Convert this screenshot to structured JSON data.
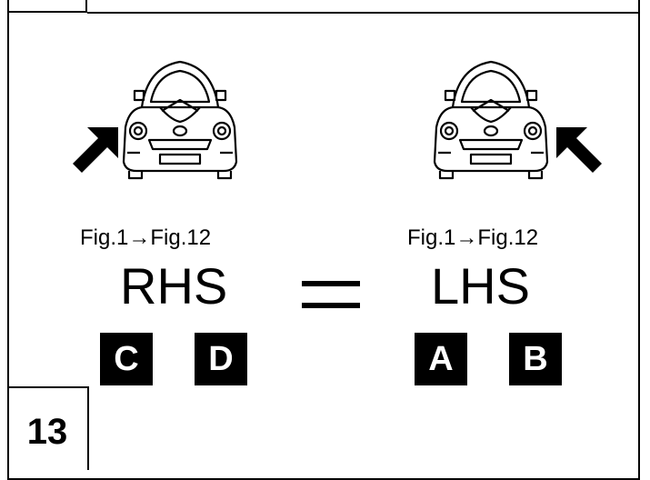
{
  "left_panel": {
    "fig_range": "Fig.1→Fig.12",
    "side_label": "RHS",
    "badges": [
      "C",
      "D"
    ]
  },
  "right_panel": {
    "fig_range": "Fig.1→Fig.12",
    "side_label": "LHS",
    "badges": [
      "A",
      "B"
    ]
  },
  "equals_symbol": "=",
  "step_number": "13",
  "icons": {
    "car": "car-front-view-icon",
    "arrow_left": "arrow-up-right-icon",
    "arrow_right": "arrow-up-left-icon"
  }
}
